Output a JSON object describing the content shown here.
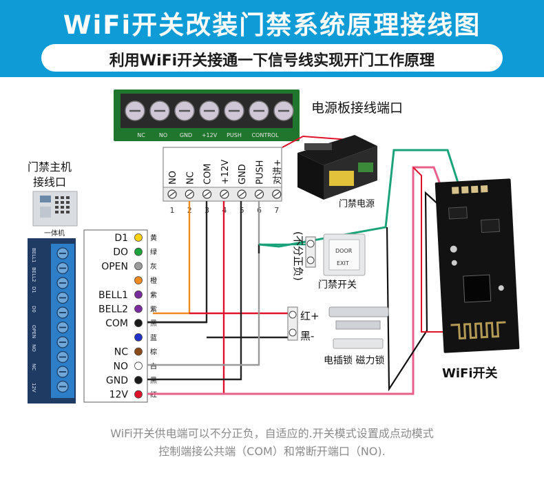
{
  "header": {
    "title": "WiFi开关改装门禁系统原理接线图",
    "subtitle": "利用WiFi开关接通一下信号线实现开门工作原理"
  },
  "power_board": {
    "caption": "电源板接线端口",
    "pcb_labels": [
      "NC",
      "NO",
      "GND",
      "+12V",
      "PUSH",
      "CONTROL"
    ],
    "terminals": [
      "NO",
      "NC",
      "COM",
      "+12V",
      "GND",
      "PUSH",
      "对讲+"
    ],
    "numbers": [
      "1",
      "2",
      "3",
      "4",
      "5",
      "6",
      "7"
    ]
  },
  "access_host": {
    "caption_line1": "门禁主机",
    "caption_line2": "接线口",
    "device_label": "一体机",
    "strip_labels": [
      "BELL1",
      "BELL2",
      "D1",
      "D0",
      "OPEN",
      "NO",
      "NC",
      "12V"
    ],
    "pins": [
      {
        "label": "D1",
        "color_name": "黄",
        "color": "#ffd400"
      },
      {
        "label": "DO",
        "color_name": "绿",
        "color": "#1aa33a"
      },
      {
        "label": "OPEN",
        "color_name": "灰",
        "color": "#9b9b9b"
      },
      {
        "label": "",
        "color_name": "橙",
        "color": "#f08a1c"
      },
      {
        "label": "BELL1",
        "color_name": "紫",
        "color": "#7a2c9c"
      },
      {
        "label": "BELL2",
        "color_name": "紫",
        "color": "#7a2c9c"
      },
      {
        "label": "COM",
        "color_name": "黑",
        "color": "#1a1a1a"
      },
      {
        "label": "",
        "color_name": "蓝",
        "color": "#2030c8"
      },
      {
        "label": "NC",
        "color_name": "棕",
        "color": "#8b4a1a"
      },
      {
        "label": "NO",
        "color_name": "白",
        "color": "#ffffff"
      },
      {
        "label": "GND",
        "color_name": "黑",
        "color": "#1a1a1a"
      },
      {
        "label": "12V",
        "color_name": "红",
        "color": "#e0102a"
      }
    ]
  },
  "devices": {
    "power_supply": "门禁电源",
    "exit_button_note": "(不分正负)",
    "exit_button": "门禁开关",
    "exit_plate_line1": "DOOR",
    "exit_plate_line2": "EXIT",
    "lock_red": "红+",
    "lock_black": "黑-",
    "locks": "电插锁 磁力锁",
    "wifi_switch": "WiFi开关"
  },
  "footer": {
    "line1": "WiFi开关供电端可以不分正负，自适应的.开关模式设置成点动模式",
    "line2": "控制端接公共端（COM）和常断开端口（NO)."
  }
}
